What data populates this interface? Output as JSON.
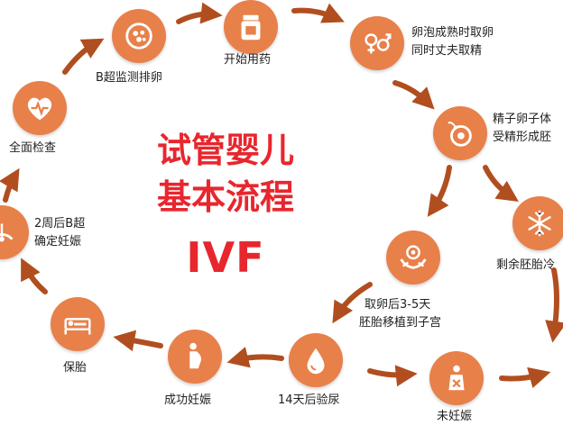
{
  "title": {
    "line1": "试管婴儿",
    "line2": "基本流程",
    "line3": "IVF"
  },
  "steps": {
    "start_meds": "开始用药",
    "egg_retrieval_1": "卵泡成熟时取卵",
    "egg_retrieval_2": "同时丈夫取精",
    "fertilize_1": "精子卵子体",
    "fertilize_2": "受精形成胚",
    "frozen": "剩余胚胎冷",
    "transfer_1": "取卵后3-5天",
    "transfer_2": "胚胎移植到子宫",
    "test": "14天后验尿",
    "not_pregnant": "未妊娠",
    "pregnant": "成功妊娠",
    "keep": "保胎",
    "bscan_confirm_1": "2周后B超",
    "bscan_confirm_2": "确定妊娠",
    "checkup": "全面检查",
    "bscan_monitor": "B超监测排卵"
  },
  "colors": {
    "node": "#e8804a",
    "arrow": "#b14e1f",
    "title": "#e8262e"
  },
  "icons": {
    "checkup": "heart-pulse-icon",
    "bscan_monitor": "follicle-icon",
    "start_meds": "medicine-bottle-icon",
    "egg_retrieval": "male-female-icon",
    "fertilize": "sperm-egg-icon",
    "frozen": "snowflake-icon",
    "transfer": "embryo-hands-icon",
    "test": "urine-drop-icon",
    "not_pregnant": "not-pregnant-icon",
    "pregnant": "pregnant-woman-icon",
    "keep": "bed-rest-icon",
    "bscan_confirm": "ultrasound-icon"
  }
}
